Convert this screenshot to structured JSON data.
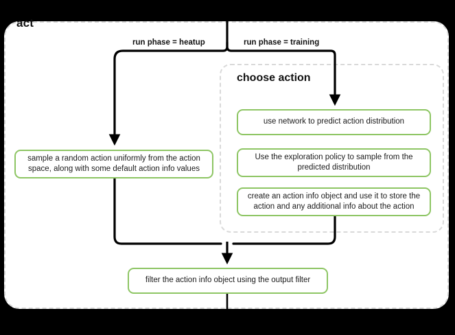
{
  "diagram": {
    "type": "flowchart",
    "outer_group": {
      "title": "act",
      "border_style": "dashed",
      "border_color": "#d9d9d9"
    },
    "inner_group": {
      "title": "choose action",
      "border_style": "dashed",
      "border_color": "#d9d9d9"
    },
    "accent_color": "#8dc563",
    "edge_labels": {
      "heatup": "run phase = heatup",
      "training": "run phase = training"
    },
    "nodes": {
      "sample_random": "sample a random action uniformly from the action space, along with some default action info values",
      "use_network": "use network to predict action distribution",
      "exploration_policy": "Use the exploration policy to sample from the predicted distribution",
      "create_action_info": "create an action info object and use it to store the action and any additional info about the action",
      "filter_output": "filter the action info object using the output filter"
    }
  }
}
